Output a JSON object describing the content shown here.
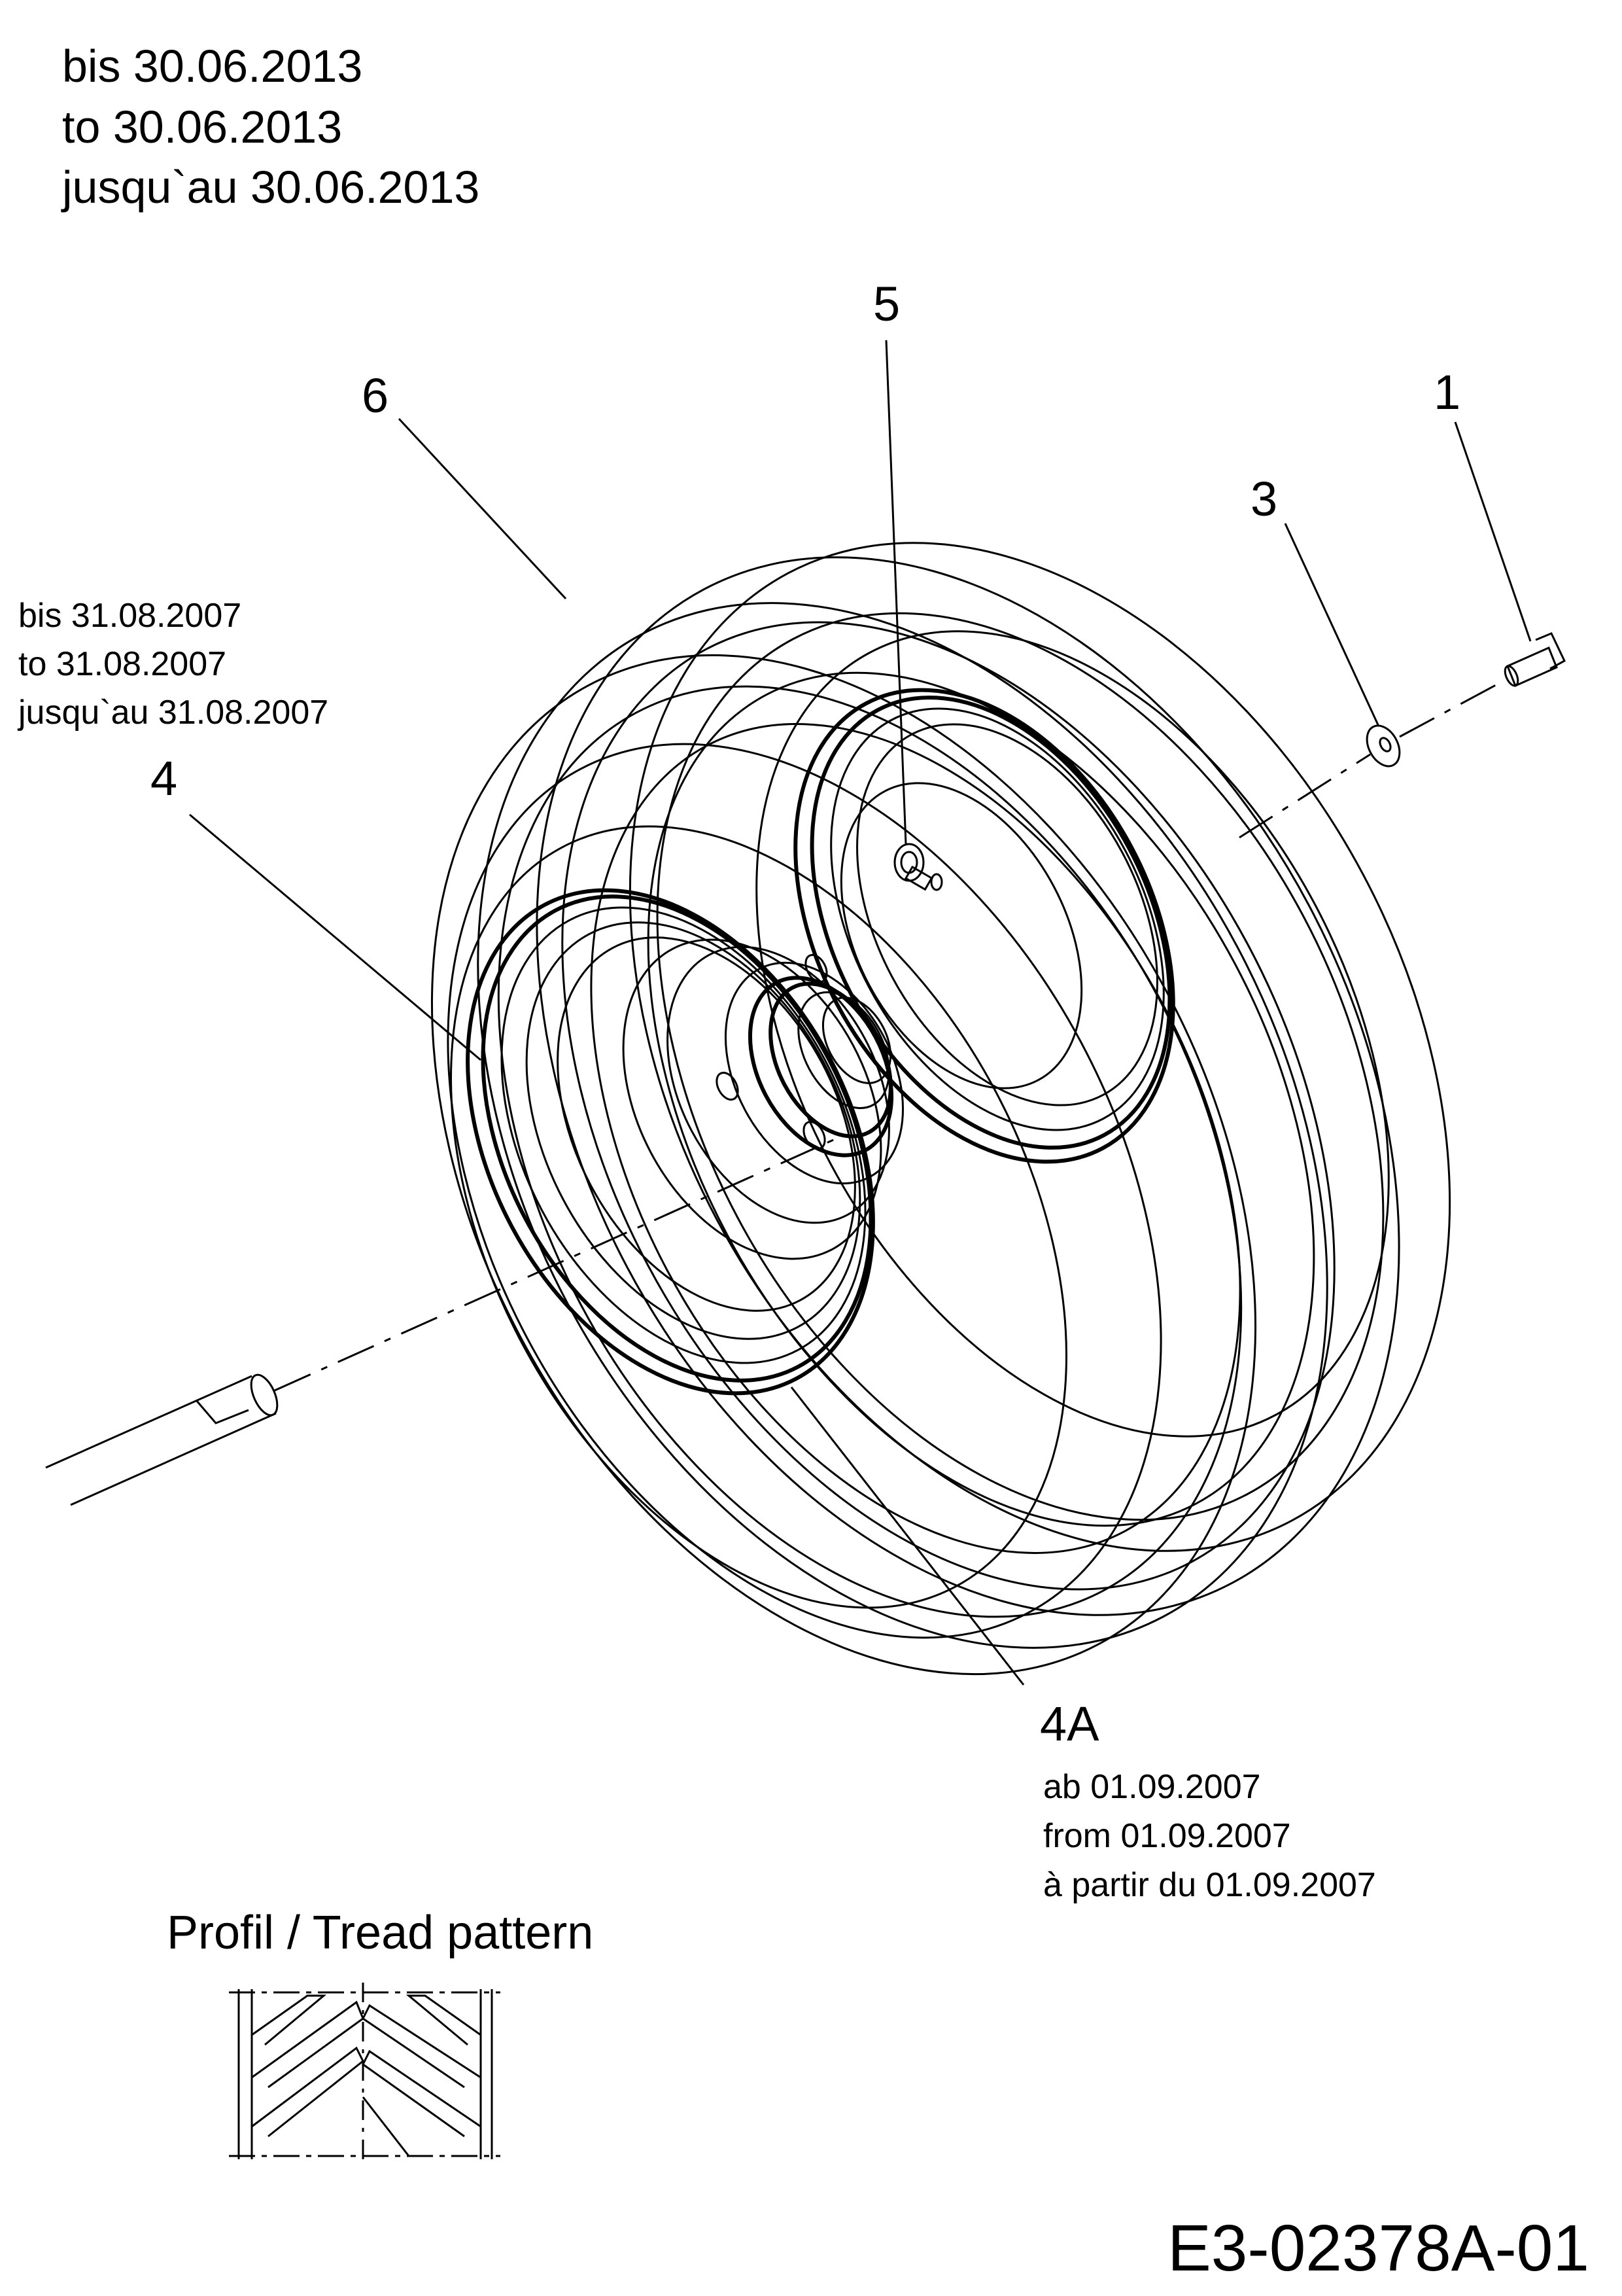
{
  "header": {
    "line1": "bis 30.06.2013",
    "line2": "to 30.06.2013",
    "line3": "jusqu`au 30.06.2013"
  },
  "note_until": {
    "line1": "bis 31.08.2007",
    "line2": "to 31.08.2007",
    "line3": "jusqu`au 31.08.2007"
  },
  "note_from": {
    "line1": "ab 01.09.2007",
    "line2": "from 01.09.2007",
    "line3": "à partir du 01.09.2007"
  },
  "callouts": {
    "c1": "1",
    "c3": "3",
    "c4": "4",
    "c4a": "4A",
    "c5": "5",
    "c6": "6"
  },
  "tread": {
    "title": "Profil / Tread pattern"
  },
  "drawing_code": "E3-02378A-01"
}
